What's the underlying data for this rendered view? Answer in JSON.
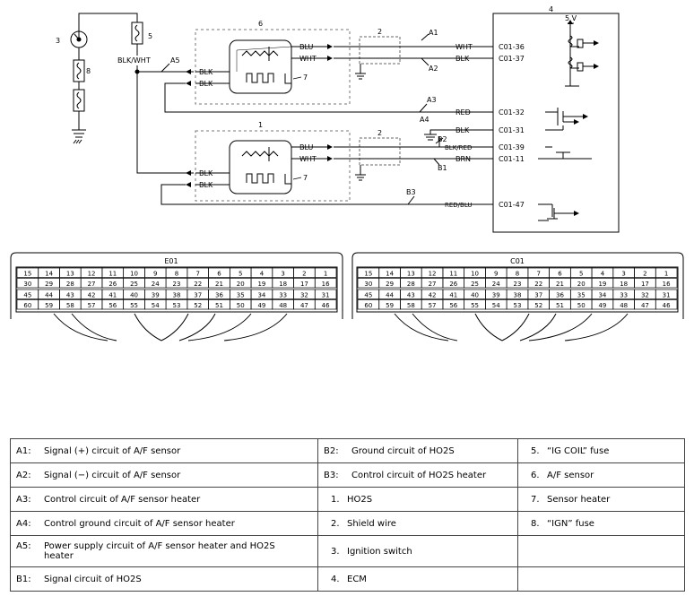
{
  "diagram": {
    "component_numbers": {
      "n1": "1",
      "n2a": "2",
      "n2b": "2",
      "n3": "3",
      "n4": "4",
      "n5": "5",
      "n6": "6",
      "n7a": "7",
      "n7b": "7",
      "n8": "8"
    },
    "point_labels": {
      "A1": "A1",
      "A2": "A2",
      "A3": "A3",
      "A4": "A4",
      "A5": "A5",
      "B1": "B1",
      "B2": "B2",
      "B3": "B3"
    },
    "supply_label": "5 V",
    "wire_labels": {
      "blk_wht": "BLK/WHT",
      "s6_blu": "BLU",
      "s6_wht": "WHT",
      "s6_blk1": "BLK",
      "s6_blk2": "BLK",
      "s1_blu": "BLU",
      "s1_wht": "WHT",
      "s1_blk1": "BLK",
      "s1_blk2": "BLK",
      "wht": "WHT",
      "blk_a2": "BLK",
      "red": "RED",
      "blk_a4": "BLK",
      "blk_red": "BLK/RED",
      "brn": "BRN",
      "red_blu": "RED/BLU"
    },
    "terminals": {
      "t36": "C01-36",
      "t37": "C01-37",
      "t32": "C01-32",
      "t31": "C01-31",
      "t39": "C01-39",
      "t11": "C01-11",
      "t47": "C01-47"
    }
  },
  "connectors": [
    {
      "name": "E01",
      "rows": [
        [
          "15",
          "14",
          "13",
          "12",
          "11",
          "10",
          "9",
          "8",
          "7",
          "6",
          "5",
          "4",
          "3",
          "2",
          "1"
        ],
        [
          "30",
          "29",
          "28",
          "27",
          "26",
          "25",
          "24",
          "23",
          "22",
          "21",
          "20",
          "19",
          "18",
          "17",
          "16"
        ],
        [
          "45",
          "44",
          "43",
          "42",
          "41",
          "40",
          "39",
          "38",
          "37",
          "36",
          "35",
          "34",
          "33",
          "32",
          "31"
        ],
        [
          "60",
          "59",
          "58",
          "57",
          "56",
          "55",
          "54",
          "53",
          "52",
          "51",
          "50",
          "49",
          "48",
          "47",
          "46"
        ]
      ]
    },
    {
      "name": "C01",
      "rows": [
        [
          "15",
          "14",
          "13",
          "12",
          "11",
          "10",
          "9",
          "8",
          "7",
          "6",
          "5",
          "4",
          "3",
          "2",
          "1"
        ],
        [
          "30",
          "29",
          "28",
          "27",
          "26",
          "25",
          "24",
          "23",
          "22",
          "21",
          "20",
          "19",
          "18",
          "17",
          "16"
        ],
        [
          "45",
          "44",
          "43",
          "42",
          "41",
          "40",
          "39",
          "38",
          "37",
          "36",
          "35",
          "34",
          "33",
          "32",
          "31"
        ],
        [
          "60",
          "59",
          "58",
          "57",
          "56",
          "55",
          "54",
          "53",
          "52",
          "51",
          "50",
          "49",
          "48",
          "47",
          "46"
        ]
      ]
    }
  ],
  "legend": [
    [
      {
        "code": "A1:",
        "text": "Signal (+) circuit of A/F sensor"
      },
      {
        "code": "B2:",
        "text": "Ground circuit of HO2S"
      },
      {
        "code": "5.",
        "text": "“IG COIL” fuse"
      }
    ],
    [
      {
        "code": "A2:",
        "text": "Signal (−) circuit of A/F sensor"
      },
      {
        "code": "B3:",
        "text": "Control circuit of HO2S heater"
      },
      {
        "code": "6.",
        "text": "A/F sensor"
      }
    ],
    [
      {
        "code": "A3:",
        "text": "Control circuit of A/F sensor heater"
      },
      {
        "code": "1.",
        "text": "HO2S"
      },
      {
        "code": "7.",
        "text": "Sensor heater"
      }
    ],
    [
      {
        "code": "A4:",
        "text": "Control ground circuit of A/F sensor heater"
      },
      {
        "code": "2.",
        "text": "Shield wire"
      },
      {
        "code": "8.",
        "text": "“IGN” fuse"
      }
    ],
    [
      {
        "code": "A5:",
        "text": "Power supply circuit of A/F sensor heater and HO2S heater"
      },
      {
        "code": "3.",
        "text": "Ignition switch"
      },
      {
        "code": "",
        "text": ""
      }
    ],
    [
      {
        "code": "B1:",
        "text": "Signal circuit of HO2S"
      },
      {
        "code": "4.",
        "text": "ECM"
      },
      {
        "code": "",
        "text": ""
      }
    ]
  ]
}
